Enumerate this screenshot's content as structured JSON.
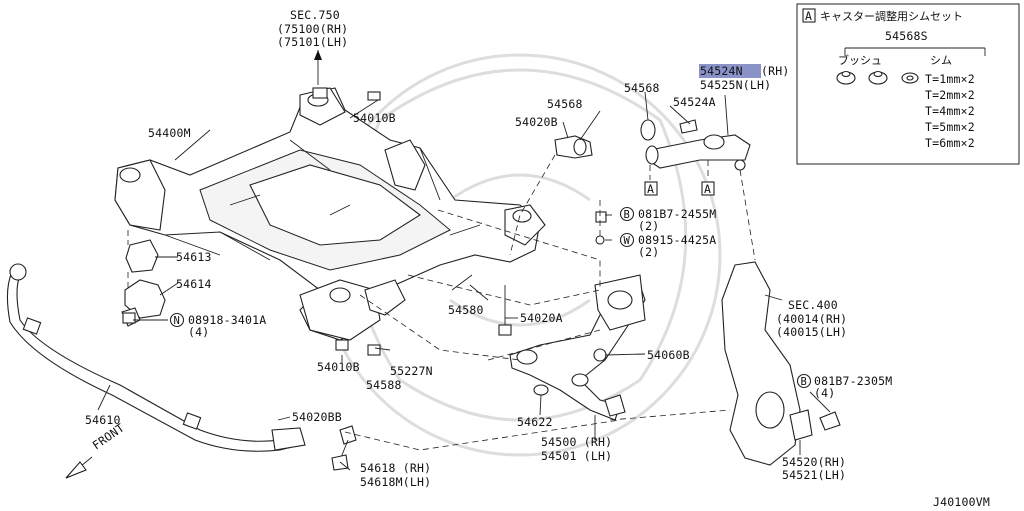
{
  "callouts": {
    "sec750_title": "SEC.750",
    "sec750_rh": "(75100(RH)",
    "sec750_lh": "(75101(LH)",
    "p54010b_top": "54010B",
    "p54400m": "54400M",
    "p54613": "54613",
    "p54614": "54614",
    "p08918": "08918-3401A",
    "p08918_qty": "(4)",
    "p54610": "54610",
    "p54010b_bot": "54010B",
    "p55227n": "55227N",
    "p54588": "54588",
    "p54580": "54580",
    "p54020a": "54020A",
    "p54020bb": "54020BB",
    "p54618_rh": "54618 (RH)",
    "p54618m_lh": "54618M(LH)",
    "front": "FRONT",
    "p54020b": "54020B",
    "p54568": "54568",
    "p54524a": "54524A",
    "p54524n": "54524N",
    "p54524n_suffix": "(RH)",
    "p54525n": "54525N(LH)",
    "ref_a1": "A",
    "ref_a2": "A",
    "p081b7_2455m": "081B7-2455M",
    "p081b7_2455m_qty": "(2)",
    "p08915": "08915-4425A",
    "p08915_qty": "(2)",
    "p54060b": "54060B",
    "p54622": "54622",
    "p54500_rh": "54500 (RH)",
    "p54501_lh": "54501 (LH)",
    "sec400_title": "SEC.400",
    "sec400_rh": "(40014(RH)",
    "sec400_lh": "(40015(LH)",
    "p081b7_2305m": "081B7-2305M",
    "p081b7_2305m_qty": "(4)",
    "p54520_rh": "54520(RH)",
    "p54521_lh": "54521(LH)",
    "circle_b1": "B",
    "circle_w": "W",
    "circle_n": "N",
    "circle_b2": "B"
  },
  "inset": {
    "ref": "A",
    "title": "キャスター調整用シムセット",
    "part": "54568S",
    "col_bush": "ブッシュ",
    "col_shim": "シム",
    "shims": [
      "T=1mm×2",
      "T=2mm×2",
      "T=4mm×2",
      "T=5mm×2",
      "T=6mm×2"
    ]
  },
  "diagram_code": "J40100VM",
  "colors": {
    "highlight": "#8a93c8"
  }
}
